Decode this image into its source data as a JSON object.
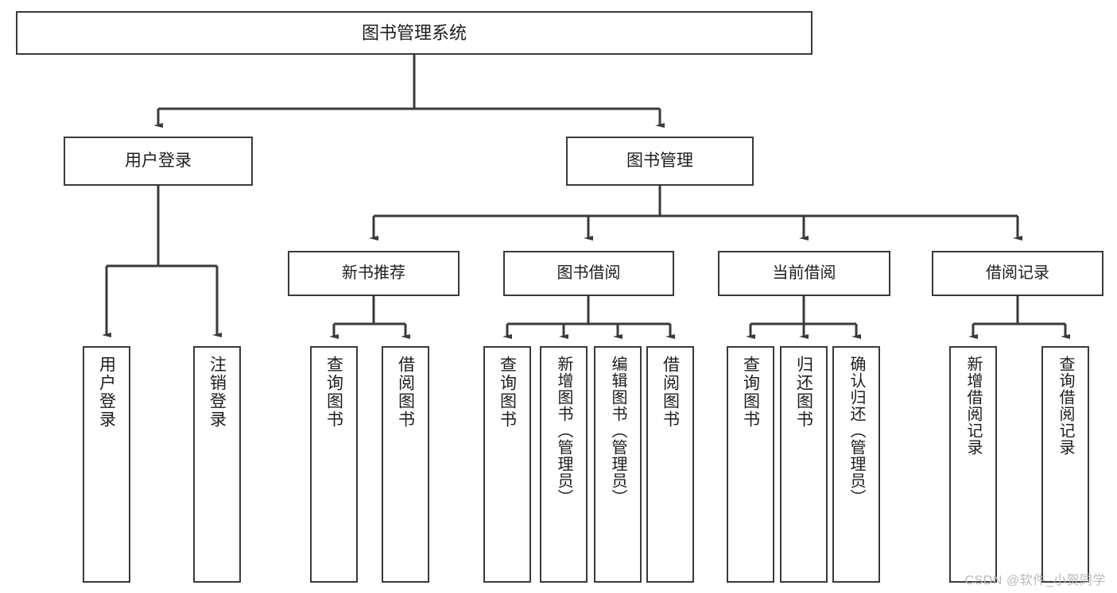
{
  "diagram": {
    "type": "tree-hierarchy",
    "title": "图书管理系统",
    "orientation": "top-down",
    "colors": {
      "stroke": "#3a3a3a",
      "fill": "#ffffff",
      "text": "#1d1d1d",
      "watermark": "#b9b9b9"
    },
    "nodes": {
      "root": {
        "label": "图书管理系统"
      },
      "tier2": [
        {
          "label": "用户登录"
        },
        {
          "label": "图书管理"
        }
      ],
      "tier3": [
        {
          "label": "新书推荐"
        },
        {
          "label": "图书借阅"
        },
        {
          "label": "当前借阅"
        },
        {
          "label": "借阅记录"
        }
      ],
      "leaves": {
        "user_login": [
          {
            "label": "用户登录"
          },
          {
            "label": "注销登录"
          }
        ],
        "new_book_recommend": [
          {
            "label": "查询图书"
          },
          {
            "label": "借阅图书"
          }
        ],
        "book_borrow": [
          {
            "label": "查询图书"
          },
          {
            "label": "新增图书（管理员）"
          },
          {
            "label": "编辑图书（管理员）"
          },
          {
            "label": "借阅图书"
          }
        ],
        "current_borrow": [
          {
            "label": "查询图书"
          },
          {
            "label": "归还图书"
          },
          {
            "label": "确认归还（管理员）"
          }
        ],
        "borrow_record": [
          {
            "label": "新增借阅记录"
          },
          {
            "label": "查询借阅记录"
          }
        ]
      }
    },
    "watermark": "CSDN @软件_小贺同学"
  }
}
